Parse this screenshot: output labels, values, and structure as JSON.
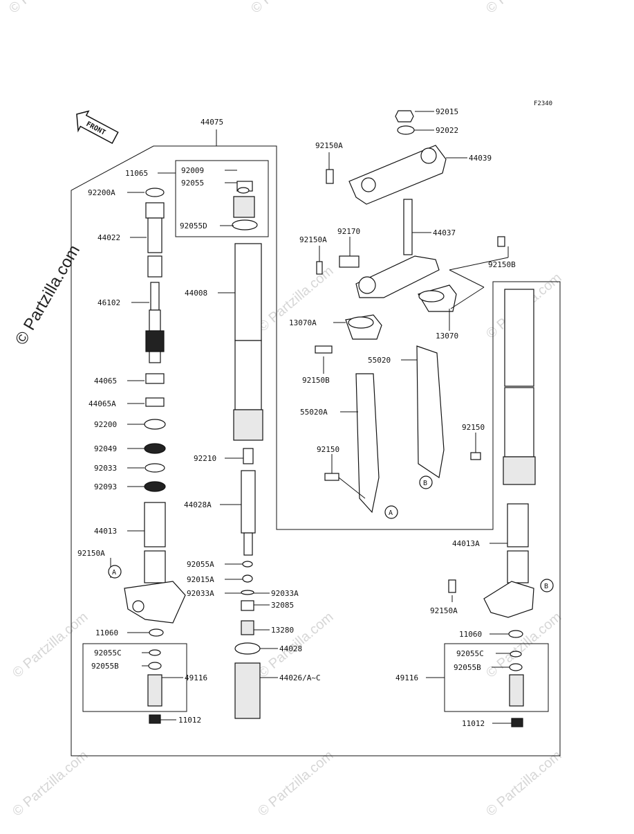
{
  "diagram_code": "F2340",
  "front_label": "FRONT",
  "watermark": "© Partzilla.com",
  "callouts": {
    "c44075": "44075",
    "c11065": "11065",
    "c92009": "92009",
    "c92055": "92055",
    "c92055D": "92055D",
    "c92200A": "92200A",
    "c44022": "44022",
    "c46102": "46102",
    "c44008": "44008",
    "c44065": "44065",
    "c44065A": "44065A",
    "c92200": "92200",
    "c92049": "92049",
    "c92033": "92033",
    "c92093": "92093",
    "c92210": "92210",
    "c44028A": "44028A",
    "c44013": "44013",
    "c92150A_l": "92150A",
    "c92055A": "92055A",
    "c92015A": "92015A",
    "c92033A_l": "92033A",
    "c92033A_r": "92033A",
    "c32085": "32085",
    "c13280": "13280",
    "c11060_l": "11060",
    "c44028": "44028",
    "c92055C_l": "92055C",
    "c92055B_l": "92055B",
    "c49116_l": "49116",
    "c44026": "44026/A~C",
    "c11012_l": "11012",
    "c92015": "92015",
    "c92022": "92022",
    "c92150A_t": "92150A",
    "c44039": "44039",
    "c92170": "92170",
    "c44037": "44037",
    "c92150A_m": "92150A",
    "c92150B_r": "92150B",
    "c13070A": "13070A",
    "c13070": "13070",
    "c92150B_m": "92150B",
    "c55020": "55020",
    "c55020A": "55020A",
    "c92150_r": "92150",
    "c92150_l": "92150",
    "c44013A": "44013A",
    "c92150A_r": "92150A",
    "c11060_r": "11060",
    "c92055C_r": "92055C",
    "c92055B_r": "92055B",
    "c49116_r": "49116",
    "c11012_r": "11012"
  },
  "ref_markers": {
    "a1": "A",
    "a2": "A",
    "b1": "B",
    "b2": "B"
  }
}
